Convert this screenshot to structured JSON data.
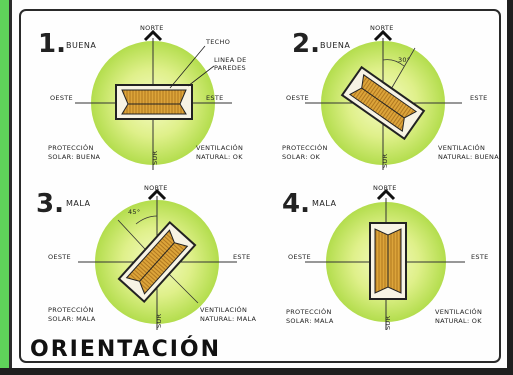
{
  "title": "ORIENTACIÓN",
  "panels": [
    {
      "number": "1.",
      "rating": "BUENA",
      "north": "NORTE",
      "south": "SUR",
      "west": "OESTE",
      "east": "ESTE",
      "callouts": [
        "TECHO",
        "LINEA DE",
        "PAREDES"
      ],
      "protection": [
        "PROTECCIÓN",
        "SOLAR: BUENA"
      ],
      "ventilation": [
        "VENTILACIÓN",
        "NATURAL: OK"
      ]
    },
    {
      "number": "2.",
      "rating": "BUENA",
      "north": "NORTE",
      "south": "SUR",
      "west": "OESTE",
      "east": "ESTE",
      "angle": "30°",
      "protection": [
        "PROTECCIÓN",
        "SOLAR: OK"
      ],
      "ventilation": [
        "VENTILACIÓN",
        "NATURAL: BUENA"
      ]
    },
    {
      "number": "3.",
      "rating": "MALA",
      "north": "NORTE",
      "south": "SUR",
      "west": "OESTE",
      "east": "ESTE",
      "angle": "45°",
      "protection": [
        "PROTECCIÓN",
        "SOLAR: MALA"
      ],
      "ventilation": [
        "VENTILACIÓN",
        "NATURAL: MALA"
      ]
    },
    {
      "number": "4.",
      "rating": "MALA",
      "north": "NORTE",
      "south": "SUR",
      "west": "OESTE",
      "east": "ESTE",
      "protection": [
        "PROTECCIÓN",
        "SOLAR: MALA"
      ],
      "ventilation": [
        "VENTILACIÓN",
        "NATURAL: OK"
      ]
    }
  ],
  "colors": {
    "circle_outer": "#c6e86a",
    "circle_inner": "#f2f8b0",
    "roof": "#d9a534",
    "roof_dark": "#8a5a14",
    "wall": "#f7f3e4",
    "ink": "#222222",
    "frame_green": "#5fd35a"
  }
}
